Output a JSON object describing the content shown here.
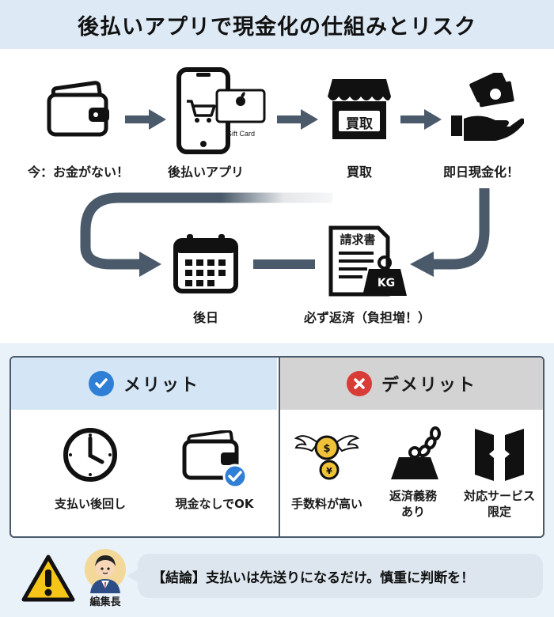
{
  "title": "後払いアプリで現金化の仕組みとリスク",
  "flow": {
    "steps": [
      {
        "id": "now",
        "label": "今：お金がない！",
        "icon": "wallet-icon"
      },
      {
        "id": "app",
        "label": "後払いアプリ",
        "icon": "smartphone-cart-icon",
        "card_text": "Gift Card"
      },
      {
        "id": "buy",
        "label": "買取",
        "icon": "shop-icon",
        "sign_text": "買取"
      },
      {
        "id": "cash",
        "label": "即日現金化！",
        "icon": "cash-hand-icon"
      },
      {
        "id": "later",
        "label": "後日",
        "icon": "calendar-icon"
      },
      {
        "id": "repay",
        "label": "必ず返済（負担増！）",
        "icon": "invoice-weight-icon",
        "doc_title": "請求書",
        "weight_text": "KG"
      }
    ]
  },
  "merits": {
    "title": "メリット",
    "items": [
      {
        "label": "支払い後回し",
        "icon": "clock-icon"
      },
      {
        "label": "現金なしでOK",
        "icon": "wallet-check-icon"
      }
    ]
  },
  "demerits": {
    "title": "デメリット",
    "items": [
      {
        "label": "手数料が高い",
        "icon": "flying-money-icon"
      },
      {
        "label": "返済義務\nあり",
        "line1": "返済義務",
        "line2": "あり",
        "icon": "chained-weight-icon"
      },
      {
        "label": "対応サービス\n限定",
        "line1": "対応サービス",
        "line2": "限定",
        "icon": "closing-door-icon"
      }
    ]
  },
  "conclusion": {
    "editor": "編集長",
    "text": "【結論】支払いは先送りになるだけ。慎重に判断を！"
  },
  "colors": {
    "accent_blue": "#2f7fd6",
    "danger_red": "#d93b36",
    "arrow": "#4a5a6a",
    "warning_yellow": "#f5c518"
  }
}
